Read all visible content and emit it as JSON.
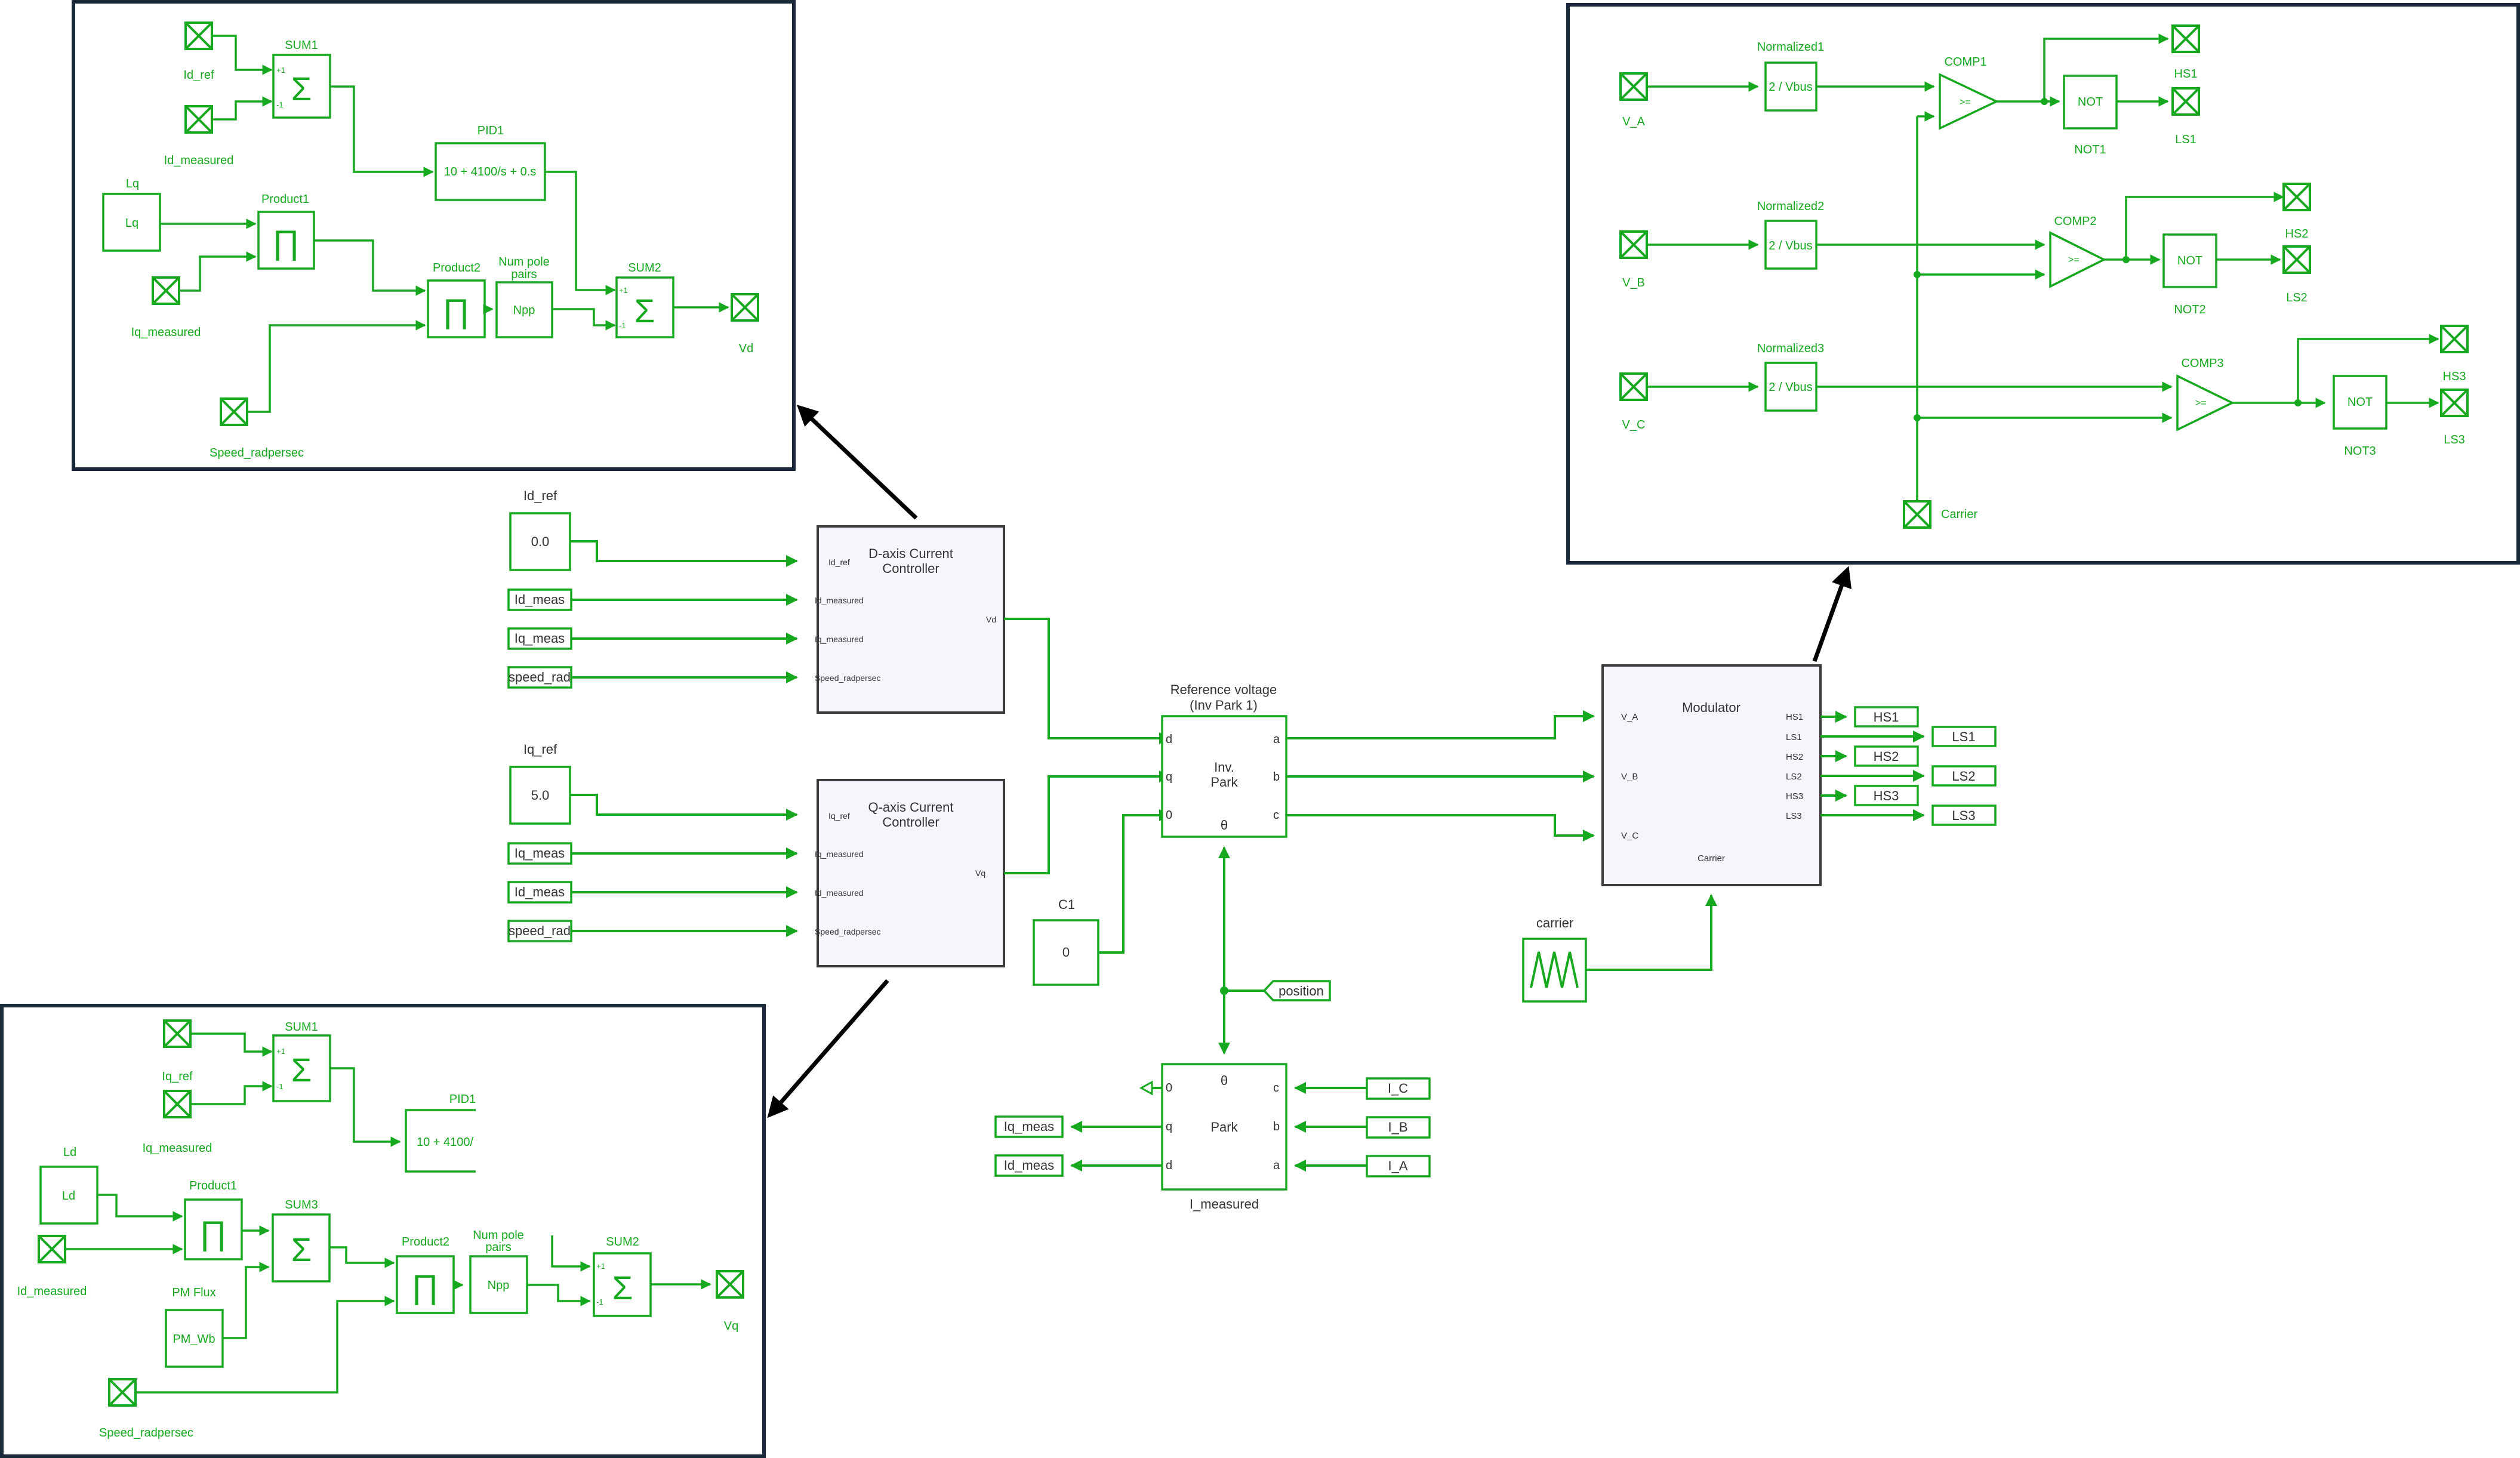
{
  "colors": {
    "wire": "#16a81e",
    "subsystem_fill": "#f5f6fb",
    "panel_border": "#1a2a3a",
    "pointer": "#000000"
  },
  "icons": {
    "port": "crossed-box-icon",
    "sum": "sigma-icon",
    "product": "pi-icon",
    "comparator": "triangle-icon",
    "carrier": "triangle-wave-icon"
  },
  "main": {
    "id_ref_label": "Id_ref",
    "id_ref_value": "0.0",
    "iq_ref_label": "Iq_ref",
    "iq_ref_value": "5.0",
    "goto_id_meas": "Id_meas",
    "goto_iq_meas": "Iq_meas",
    "goto_speed": "speed_rad",
    "daxis": {
      "title1": "D-axis Current",
      "title2": "Controller",
      "in1": "Id_ref",
      "in2": "Id_measured",
      "in3": "Iq_measured",
      "in4": "Speed_radpersec",
      "out": "Vd"
    },
    "qaxis": {
      "title1": "Q-axis Current",
      "title2": "Controller",
      "in1": "Iq_ref",
      "in2": "Iq_measured",
      "in3": "Id_measured",
      "in4": "Speed_radpersec",
      "out": "Vq"
    },
    "invpark": {
      "label1": "Reference voltage",
      "label2": "(Inv Park 1)",
      "center1": "Inv.",
      "center2": "Park",
      "in_d": "d",
      "in_q": "q",
      "in_0": "0",
      "in_theta": "θ",
      "out_a": "a",
      "out_b": "b",
      "out_c": "c"
    },
    "c1": {
      "label": "C1",
      "value": "0"
    },
    "position": "position",
    "park": {
      "center": "Park",
      "label": "I_measured",
      "theta": "θ",
      "out_0": "0",
      "out_q": "q",
      "out_d": "d",
      "in_c": "c",
      "in_b": "b",
      "in_a": "a"
    },
    "from_ic": "I_C",
    "from_ib": "I_B",
    "from_ia": "I_A",
    "park_out_iq": "Iq_meas",
    "park_out_id": "Id_meas",
    "modulator": {
      "title": "Modulator",
      "in_va": "V_A",
      "in_vb": "V_B",
      "in_vc": "V_C",
      "carrier": "Carrier",
      "hs1": "HS1",
      "ls1": "LS1",
      "hs2": "HS2",
      "ls2": "LS2",
      "hs3": "HS3",
      "ls3": "LS3"
    },
    "carrier_label": "carrier",
    "goto_hs1": "HS1",
    "goto_ls1": "LS1",
    "goto_hs2": "HS2",
    "goto_ls2": "LS2",
    "goto_hs3": "HS3",
    "goto_ls3": "LS3"
  },
  "panel_d": {
    "in_id_ref": "Id_ref",
    "in_id_measured": "Id_measured",
    "sum1": "SUM1",
    "plus": "+1",
    "minus": "-1",
    "pid1": "PID1",
    "pid_expr": "10 + 4100/s + 0.s",
    "lq_label": "Lq",
    "lq_value": "Lq",
    "product1": "Product1",
    "in_iq_measured": "Iq_measured",
    "product2": "Product2",
    "npp_label1": "Num pole",
    "npp_label2": "pairs",
    "npp_value": "Npp",
    "sum2": "SUM2",
    "out_vd": "Vd",
    "in_speed": "Speed_radpersec"
  },
  "panel_q": {
    "in_iq_ref": "Iq_ref",
    "in_iq_measured": "Iq_measured",
    "sum1": "SUM1",
    "pid1": "PID1",
    "pid_expr": "10 + 4100/",
    "ld_label": "Ld",
    "ld_value": "Ld",
    "product1": "Product1",
    "sum3": "SUM3",
    "in_id_measured": "Id_measured",
    "pm_label": "PM Flux",
    "pm_value": "PM_Wb",
    "product2": "Product2",
    "npp_label1": "Num pole",
    "npp_label2": "pairs",
    "npp_value": "Npp",
    "sum2": "SUM2",
    "out_vq": "Vq",
    "in_speed": "Speed_radpersec"
  },
  "panel_mod": {
    "in_va": "V_A",
    "in_vb": "V_B",
    "in_vc": "V_C",
    "norm1": "Normalized1",
    "norm2": "Normalized2",
    "norm3": "Normalized3",
    "norm_expr": "2 / Vbus",
    "comp1": "COMP1",
    "comp2": "COMP2",
    "comp3": "COMP3",
    "comp_sym": ">=",
    "not_text": "NOT",
    "not1": "NOT1",
    "not2": "NOT2",
    "not3": "NOT3",
    "hs1": "HS1",
    "ls1": "LS1",
    "hs2": "HS2",
    "ls2": "LS2",
    "hs3": "HS3",
    "ls3": "LS3",
    "carrier": "Carrier"
  }
}
